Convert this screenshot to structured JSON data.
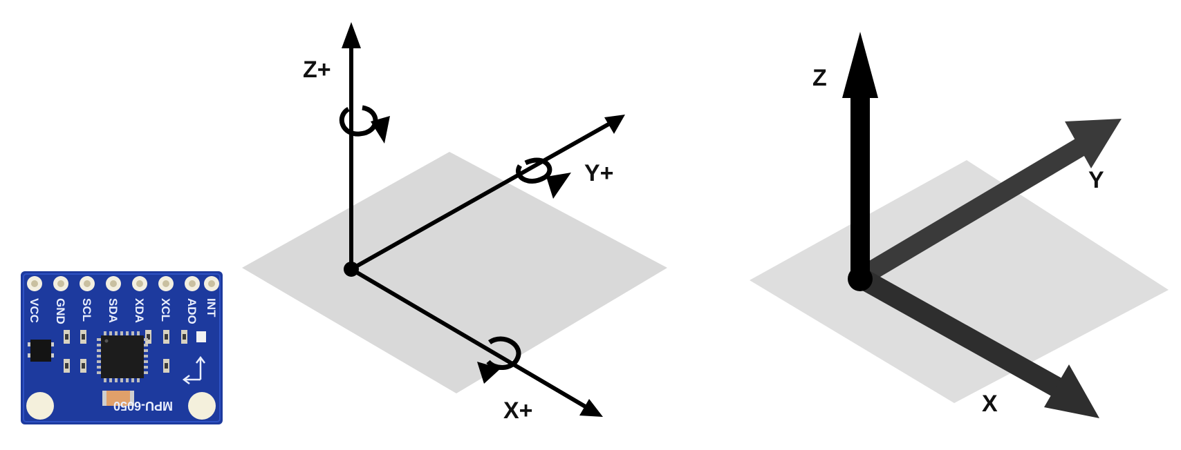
{
  "board": {
    "pins": [
      "VCC",
      "GND",
      "SCL",
      "SDA",
      "XDA",
      "XCL",
      "ADO",
      "INT"
    ],
    "chip_label": "MPU-6050",
    "colors": {
      "pcb": "#1d3a9e",
      "chip": "#1c1c1c",
      "pad": "#f3efe0",
      "hole": "#f4f0dc"
    }
  },
  "rotation_axes": {
    "labels": {
      "z": "Z+",
      "y": "Y+",
      "x": "X+"
    },
    "colors": {
      "plane": "#d9d9d9",
      "stroke": "#000000"
    }
  },
  "accel_axes": {
    "labels": {
      "z": "Z",
      "y": "Y",
      "x": "X"
    },
    "colors": {
      "plane": "#dedede",
      "z": "#000000",
      "y": "#3a3a3a",
      "x": "#2e2e2e"
    }
  }
}
